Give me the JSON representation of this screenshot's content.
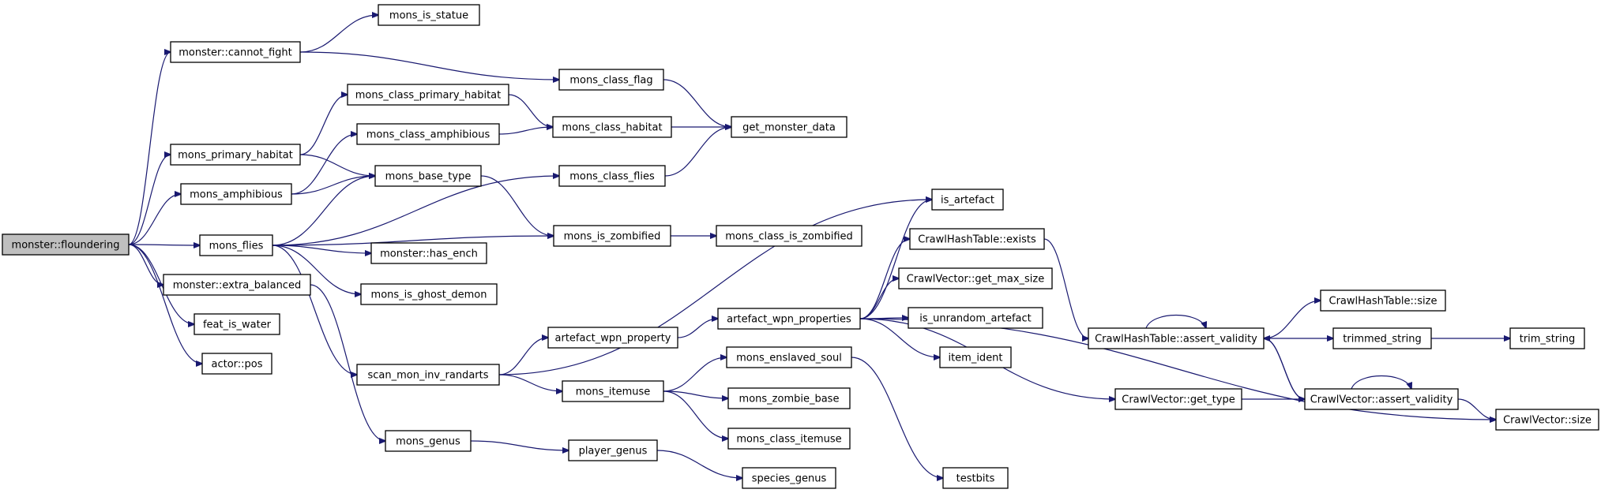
{
  "nodes": [
    {
      "id": "floundering",
      "label": "monster::floundering",
      "root": true
    },
    {
      "id": "cannot_fight",
      "label": "monster::cannot_fight"
    },
    {
      "id": "mons_primary_habitat",
      "label": "mons_primary_habitat"
    },
    {
      "id": "mons_amphibious",
      "label": "mons_amphibious"
    },
    {
      "id": "mons_flies",
      "label": "mons_flies"
    },
    {
      "id": "extra_balanced",
      "label": "monster::extra_balanced"
    },
    {
      "id": "feat_is_water",
      "label": "feat_is_water"
    },
    {
      "id": "actor_pos",
      "label": "actor::pos"
    },
    {
      "id": "mons_is_statue",
      "label": "mons_is_statue"
    },
    {
      "id": "mons_class_primary_habitat",
      "label": "mons_class_primary_habitat"
    },
    {
      "id": "mons_class_amphibious",
      "label": "mons_class_amphibious"
    },
    {
      "id": "mons_base_type",
      "label": "mons_base_type"
    },
    {
      "id": "has_ench",
      "label": "monster::has_ench"
    },
    {
      "id": "mons_is_ghost_demon",
      "label": "mons_is_ghost_demon"
    },
    {
      "id": "scan_mon_inv_randarts",
      "label": "scan_mon_inv_randarts"
    },
    {
      "id": "mons_genus",
      "label": "mons_genus"
    },
    {
      "id": "mons_class_flag",
      "label": "mons_class_flag"
    },
    {
      "id": "mons_class_habitat",
      "label": "mons_class_habitat"
    },
    {
      "id": "mons_class_flies",
      "label": "mons_class_flies"
    },
    {
      "id": "mons_is_zombified",
      "label": "mons_is_zombified"
    },
    {
      "id": "artefact_wpn_property",
      "label": "artefact_wpn_property"
    },
    {
      "id": "mons_itemuse",
      "label": "mons_itemuse"
    },
    {
      "id": "player_genus",
      "label": "player_genus"
    },
    {
      "id": "get_monster_data",
      "label": "get_monster_data"
    },
    {
      "id": "mons_class_is_zombified",
      "label": "mons_class_is_zombified"
    },
    {
      "id": "artefact_wpn_properties",
      "label": "artefact_wpn_properties"
    },
    {
      "id": "mons_enslaved_soul",
      "label": "mons_enslaved_soul"
    },
    {
      "id": "mons_zombie_base",
      "label": "mons_zombie_base"
    },
    {
      "id": "mons_class_itemuse",
      "label": "mons_class_itemuse"
    },
    {
      "id": "species_genus",
      "label": "species_genus"
    },
    {
      "id": "is_artefact",
      "label": "is_artefact"
    },
    {
      "id": "hash_exists",
      "label": "CrawlHashTable::exists"
    },
    {
      "id": "vec_get_max_size",
      "label": "CrawlVector::get_max_size"
    },
    {
      "id": "is_unrandom_artefact",
      "label": "is_unrandom_artefact"
    },
    {
      "id": "item_ident",
      "label": "item_ident"
    },
    {
      "id": "vec_get_type",
      "label": "CrawlVector::get_type"
    },
    {
      "id": "testbits",
      "label": "testbits"
    },
    {
      "id": "hash_assert_validity",
      "label": "CrawlHashTable::assert_validity"
    },
    {
      "id": "vec_assert_validity",
      "label": "CrawlVector::assert_validity"
    },
    {
      "id": "hash_size",
      "label": "CrawlHashTable::size"
    },
    {
      "id": "trimmed_string",
      "label": "trimmed_string"
    },
    {
      "id": "vec_size",
      "label": "CrawlVector::size"
    },
    {
      "id": "trim_string",
      "label": "trim_string"
    }
  ],
  "edges": [
    [
      "floundering",
      "cannot_fight"
    ],
    [
      "floundering",
      "mons_primary_habitat"
    ],
    [
      "floundering",
      "mons_amphibious"
    ],
    [
      "floundering",
      "mons_flies"
    ],
    [
      "floundering",
      "extra_balanced"
    ],
    [
      "floundering",
      "feat_is_water"
    ],
    [
      "floundering",
      "actor_pos"
    ],
    [
      "cannot_fight",
      "mons_is_statue"
    ],
    [
      "cannot_fight",
      "mons_class_flag"
    ],
    [
      "mons_primary_habitat",
      "mons_class_primary_habitat"
    ],
    [
      "mons_primary_habitat",
      "mons_base_type"
    ],
    [
      "mons_amphibious",
      "mons_class_amphibious"
    ],
    [
      "mons_amphibious",
      "mons_base_type"
    ],
    [
      "mons_flies",
      "mons_base_type"
    ],
    [
      "mons_flies",
      "mons_class_flies"
    ],
    [
      "mons_flies",
      "has_ench"
    ],
    [
      "mons_flies",
      "mons_is_ghost_demon"
    ],
    [
      "mons_flies",
      "mons_is_zombified"
    ],
    [
      "mons_flies",
      "scan_mon_inv_randarts"
    ],
    [
      "extra_balanced",
      "mons_genus"
    ],
    [
      "mons_class_primary_habitat",
      "mons_class_habitat"
    ],
    [
      "mons_class_amphibious",
      "mons_class_habitat"
    ],
    [
      "mons_base_type",
      "mons_is_zombified"
    ],
    [
      "mons_class_flag",
      "get_monster_data"
    ],
    [
      "mons_class_habitat",
      "get_monster_data"
    ],
    [
      "mons_class_flies",
      "get_monster_data"
    ],
    [
      "mons_is_zombified",
      "mons_class_is_zombified"
    ],
    [
      "scan_mon_inv_randarts",
      "is_artefact"
    ],
    [
      "scan_mon_inv_randarts",
      "artefact_wpn_property"
    ],
    [
      "scan_mon_inv_randarts",
      "mons_itemuse"
    ],
    [
      "artefact_wpn_property",
      "artefact_wpn_properties"
    ],
    [
      "artefact_wpn_properties",
      "is_artefact"
    ],
    [
      "artefact_wpn_properties",
      "hash_exists"
    ],
    [
      "artefact_wpn_properties",
      "vec_get_max_size"
    ],
    [
      "artefact_wpn_properties",
      "is_unrandom_artefact"
    ],
    [
      "artefact_wpn_properties",
      "item_ident"
    ],
    [
      "artefact_wpn_properties",
      "vec_get_type"
    ],
    [
      "artefact_wpn_properties",
      "vec_size"
    ],
    [
      "mons_itemuse",
      "mons_enslaved_soul"
    ],
    [
      "mons_itemuse",
      "mons_zombie_base"
    ],
    [
      "mons_itemuse",
      "mons_class_itemuse"
    ],
    [
      "mons_enslaved_soul",
      "testbits"
    ],
    [
      "mons_genus",
      "player_genus"
    ],
    [
      "player_genus",
      "species_genus"
    ],
    [
      "hash_exists",
      "hash_assert_validity"
    ],
    [
      "hash_assert_validity",
      "hash_assert_validity"
    ],
    [
      "hash_assert_validity",
      "hash_size"
    ],
    [
      "hash_assert_validity",
      "trimmed_string"
    ],
    [
      "hash_assert_validity",
      "vec_assert_validity"
    ],
    [
      "trimmed_string",
      "trim_string"
    ],
    [
      "vec_get_type",
      "vec_assert_validity"
    ],
    [
      "vec_assert_validity",
      "vec_assert_validity"
    ],
    [
      "vec_assert_validity",
      "hash_assert_validity"
    ],
    [
      "vec_assert_validity",
      "vec_size"
    ]
  ]
}
